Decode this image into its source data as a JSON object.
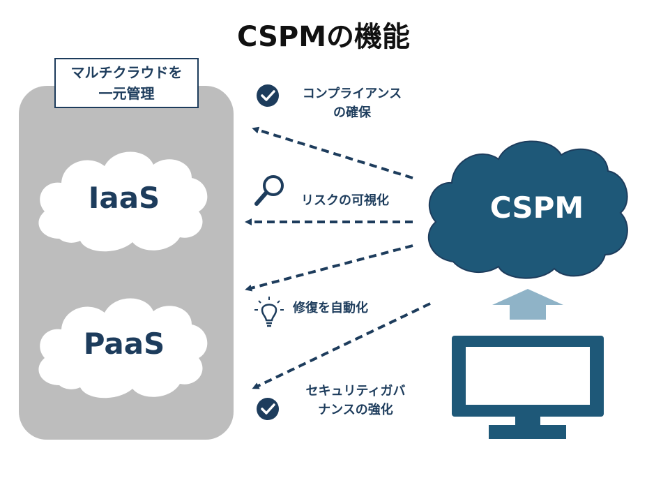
{
  "title": "CSPMの機能",
  "multicloud": {
    "line1": "マルチクラウドを",
    "line2": "一元管理"
  },
  "clouds": {
    "iaas": "IaaS",
    "paas": "PaaS",
    "cspm": "CSPM"
  },
  "functions": {
    "compliance": {
      "line1": "コンプライアンス",
      "line2": "の確保",
      "icon": "check-circle-icon"
    },
    "risk": {
      "label": "リスクの可視化",
      "icon": "magnifier-icon"
    },
    "remediation": {
      "label": "修復を自動化",
      "icon": "lightbulb-icon"
    },
    "governance": {
      "line1": "セキュリティガバ",
      "line2": "ナンスの強化",
      "icon": "check-circle-icon"
    }
  },
  "colors": {
    "navy": "#1d3c5c",
    "cspm_cloud": "#1e5878",
    "panel_gray": "#bdbdbd",
    "arrow_up": "#8fb3c7",
    "monitor": "#1e5878"
  }
}
